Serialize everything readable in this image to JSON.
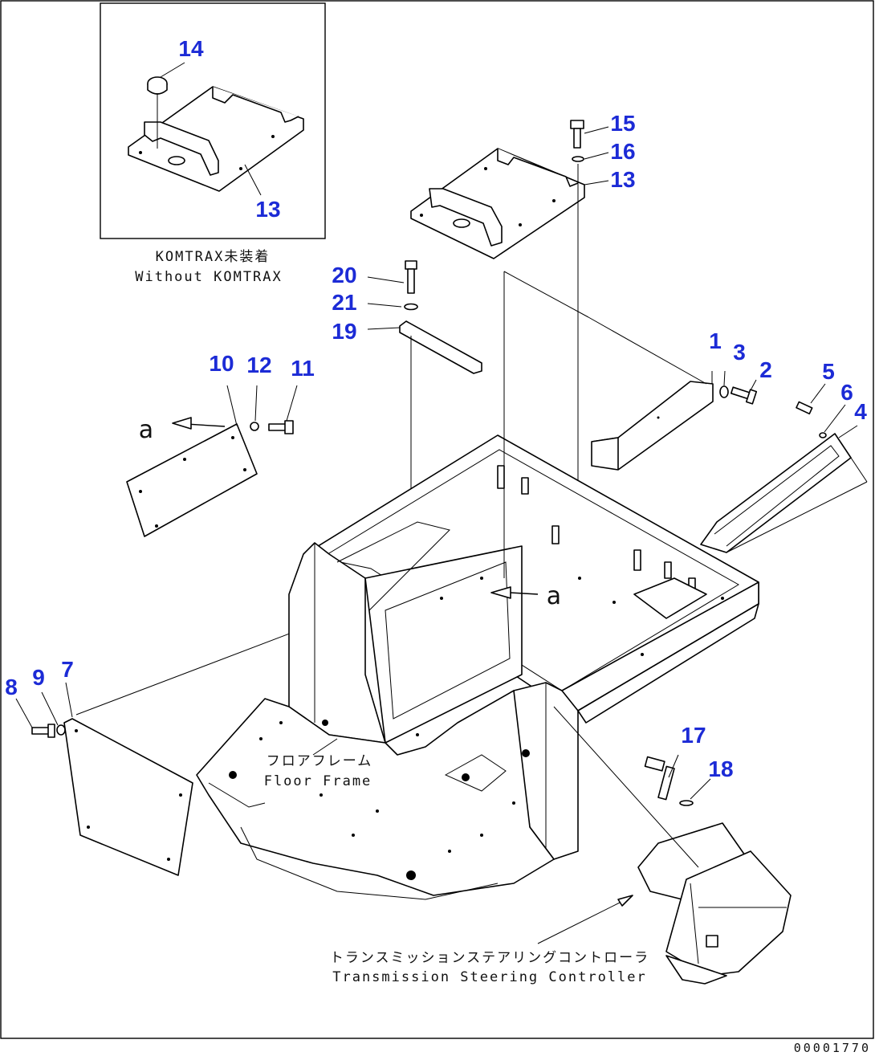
{
  "callouts": {
    "c1": "1",
    "c2": "2",
    "c3": "3",
    "c4": "4",
    "c5": "5",
    "c6": "6",
    "c7": "7",
    "c8": "8",
    "c9": "9",
    "c10": "10",
    "c11": "11",
    "c12": "12",
    "c13a": "13",
    "c13b": "13",
    "c14": "14",
    "c15": "15",
    "c16": "16",
    "c17": "17",
    "c18": "18",
    "c19": "19",
    "c20": "20",
    "c21": "21"
  },
  "labels": {
    "inset_jp": "KOMTRAX未装着",
    "inset_en": "Without KOMTRAX",
    "floor_jp": "フロアフレーム",
    "floor_en": "Floor Frame",
    "controller_jp": "トランスミッションステアリングコントローラ",
    "controller_en": "Transmission Steering Controller",
    "view_a1": "a",
    "view_a2": "a"
  },
  "drawing_number": "00001770",
  "colors": {
    "callout": "#1c2bd6",
    "line": "#000000"
  }
}
